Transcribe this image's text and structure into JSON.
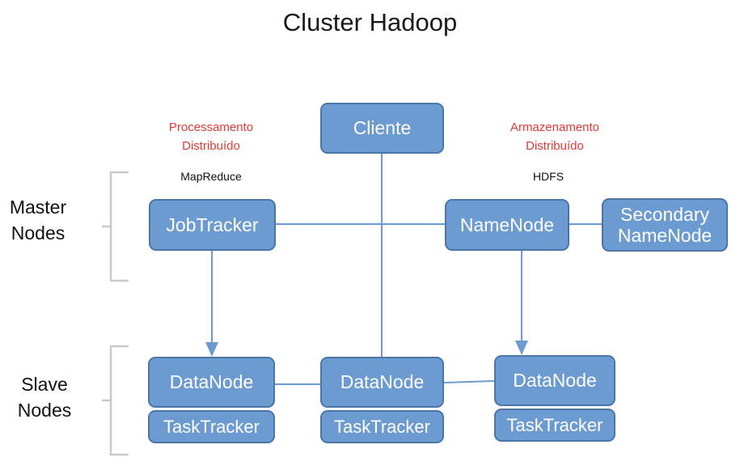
{
  "title": "Cluster Hadoop",
  "labels": {
    "processing_line1": "Processamento",
    "processing_line2": "Distribuído",
    "storage_line1": "Armazenamento",
    "storage_line2": "Distribuído",
    "mapreduce": "MapReduce",
    "hdfs": "HDFS",
    "master_line1": "Master",
    "master_line2": "Nodes",
    "slave_line1": "Slave",
    "slave_line2": "Nodes"
  },
  "nodes": {
    "client": "Cliente",
    "jobtracker": "JobTracker",
    "namenode": "NameNode",
    "secondary_line1": "Secondary",
    "secondary_line2": "NameNode",
    "slaves": [
      {
        "datanode": "DataNode",
        "tasktracker": "TaskTracker"
      },
      {
        "datanode": "DataNode",
        "tasktracker": "TaskTracker"
      },
      {
        "datanode": "DataNode",
        "tasktracker": "TaskTracker"
      }
    ]
  },
  "colors": {
    "box_fill": "#6c9bd2",
    "box_border": "#4a76a8",
    "accent_red": "#e53935",
    "bracket": "#c9c9c9"
  }
}
